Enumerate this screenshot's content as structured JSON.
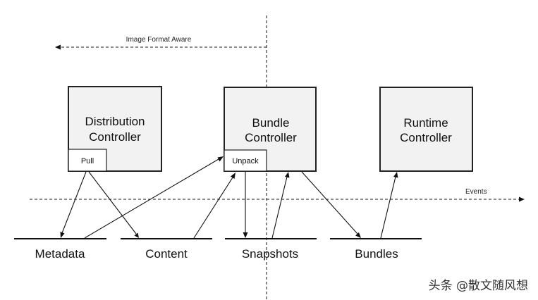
{
  "top_label": "Image Format Aware",
  "events_label": "Events",
  "controllers": {
    "distribution": {
      "line1": "Distribution",
      "line2": "Controller",
      "tab": "Pull"
    },
    "bundle": {
      "line1": "Bundle",
      "line2": "Controller",
      "tab": "Unpack"
    },
    "runtime": {
      "line1": "Runtime",
      "line2": "Controller"
    }
  },
  "stores": {
    "metadata": "Metadata",
    "content": "Content",
    "snapshots": "Snapshots",
    "bundles": "Bundles"
  },
  "watermark": "头条 @散文随风想"
}
